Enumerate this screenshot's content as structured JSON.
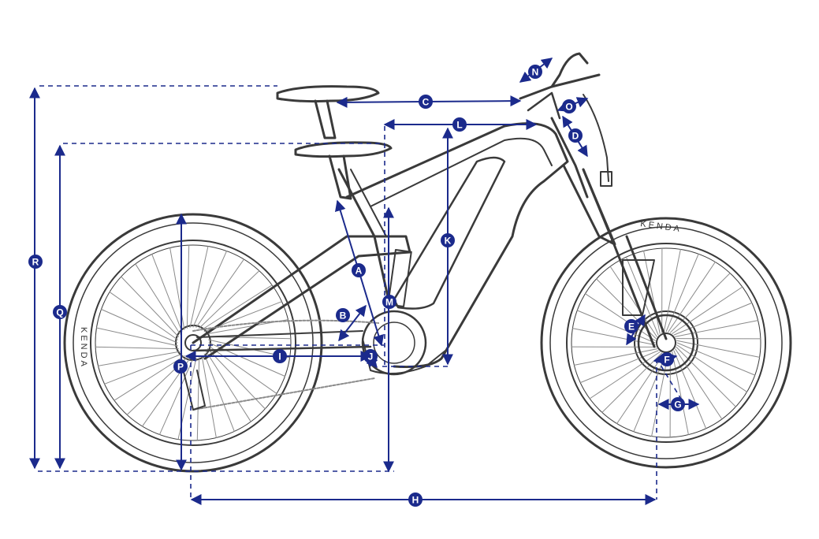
{
  "markers": {
    "A": "A",
    "B": "B",
    "C": "C",
    "D": "D",
    "E": "E",
    "F": "F",
    "G": "G",
    "H": "H",
    "I": "I",
    "J": "J",
    "K": "K",
    "L": "L",
    "M": "M",
    "N": "N",
    "O": "O",
    "P": "P",
    "Q": "Q",
    "R": "R"
  },
  "tire_brand": "KENDA",
  "colors": {
    "dimension_line": "#1b2a8c",
    "badge_fill": "#1b2a8c",
    "badge_text": "#ffffff",
    "sketch": "#3a3a3a",
    "background": "#ffffff"
  }
}
